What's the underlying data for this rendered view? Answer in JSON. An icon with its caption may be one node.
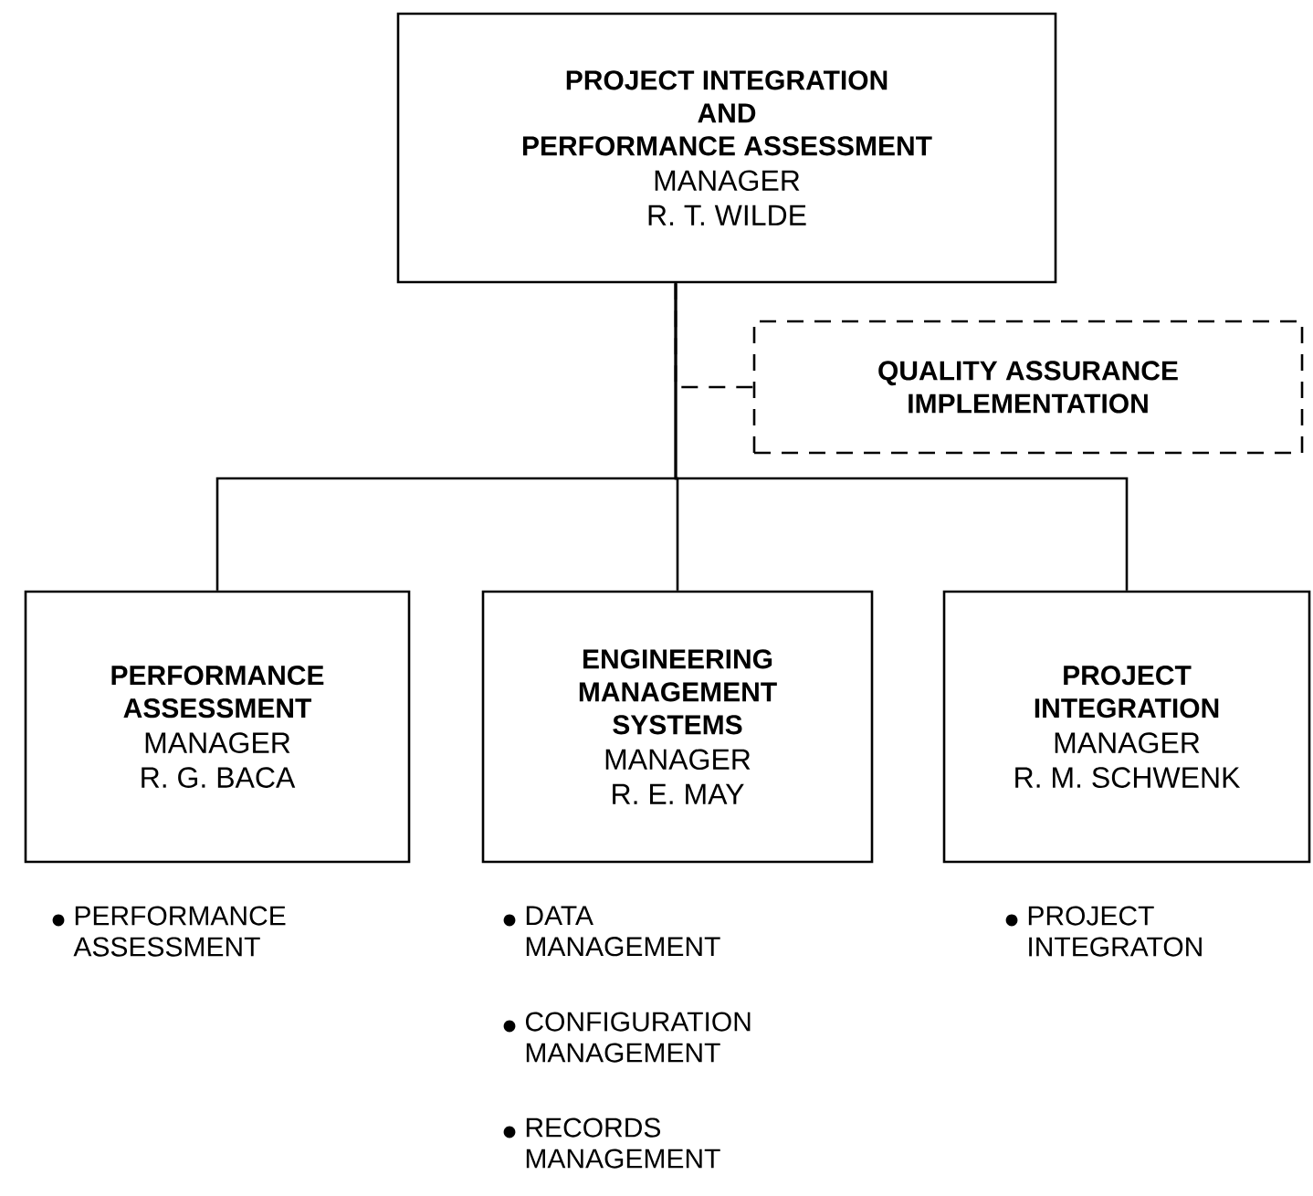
{
  "diagram": {
    "nodes": [
      {
        "text": [
          "PROJECT INTEGRATION AND PERFORMANCE ASSESSMENT",
          "MANAGER R. T. WILDE"
        ]
      },
      {
        "text": [
          "QUALITY ASSURANCE IMPLEMENTATION"
        ]
      },
      {
        "text": [
          "PERFORMANCE ASSESSMENT",
          "MANAGER R. G. BACA"
        ],
        "beside": [
          "PERFORMANCE ASSESSMENT"
        ]
      },
      {
        "text": [
          "ENGINEERING MANAGEMENT SYSTEMS",
          "MANAGER R. E. MAY"
        ],
        "beside": [
          "DATA MANAGEMENT",
          "CONFIGURATION MANAGEMENT",
          "RECORDS MANAGEMENT"
        ]
      },
      {
        "text": [
          "PROJECT INTEGRATION",
          "MANAGER R. M. SCHWENK"
        ],
        "beside": [
          "PROJECT INTEGRATON"
        ]
      }
    ],
    "edges": [
      {
        "from": 0,
        "to": 1,
        "arrow": "none",
        "style": "dashed"
      },
      {
        "from": 0,
        "to": 2,
        "arrow": "none"
      },
      {
        "from": 0,
        "to": 3,
        "arrow": "none"
      },
      {
        "from": 0,
        "to": 4,
        "arrow": "none"
      }
    ]
  }
}
